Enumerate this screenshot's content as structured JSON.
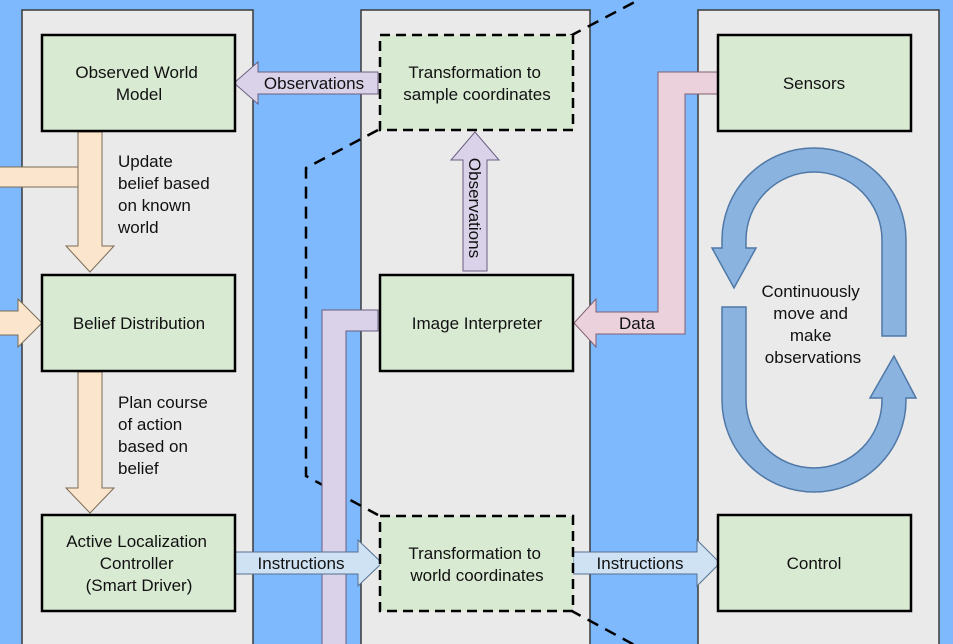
{
  "colors": {
    "background": "#7fb9fd",
    "panel": "#eaeaea",
    "box": "#d9ead3",
    "peach_arrow": "#fce5cd",
    "lavender_arrow": "#d9d2e9",
    "pink_arrow": "#ead1dc",
    "light_blue_arrow": "#cfe2f3",
    "loop_arrow": "#8ab3e0"
  },
  "boxes": {
    "observed_world_model": [
      "Observed World",
      "Model"
    ],
    "belief_distribution": [
      "Belief Distribution"
    ],
    "active_localization_controller": [
      "Active Localization",
      "Controller",
      "(Smart Driver)"
    ],
    "transform_sample": [
      "Transformation to",
      "sample coordinates"
    ],
    "image_interpreter": [
      "Image Interpreter"
    ],
    "transform_world": [
      "Transformation to",
      "world coordinates"
    ],
    "sensors": [
      "Sensors"
    ],
    "control": [
      "Control"
    ]
  },
  "arrow_labels": {
    "observations_left": "Observations",
    "observations_vertical": "Observations",
    "data": "Data",
    "instructions_left": "Instructions",
    "instructions_right": "Instructions"
  },
  "notes": {
    "update_belief": [
      "Update",
      "belief based",
      "on known",
      "world"
    ],
    "plan_course": [
      "Plan course",
      "of action",
      "based on",
      "belief"
    ],
    "loop": [
      "Continuously",
      "move and",
      "make",
      "observations"
    ]
  }
}
